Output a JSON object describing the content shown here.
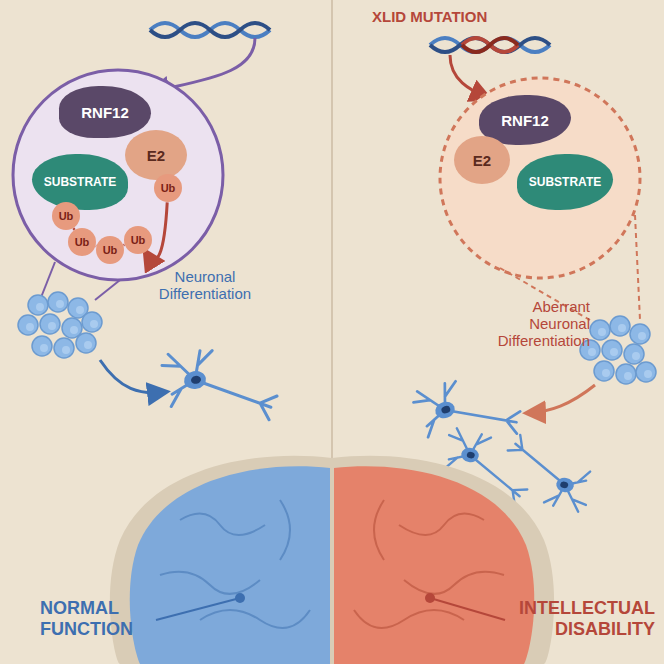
{
  "diagram": {
    "nodes": [
      {
        "text": [
          "RNF12"
        ]
      },
      {
        "text": [
          "E2"
        ]
      },
      {
        "text": [
          "SUBSTRATE"
        ]
      },
      {
        "text": [
          "Ub"
        ]
      },
      {
        "text": [
          "Ub"
        ]
      },
      {
        "text": [
          "Ub"
        ]
      },
      {
        "text": [
          "Ub"
        ]
      },
      {
        "text": [
          "Ub"
        ]
      },
      {
        "text": [
          "RNF12"
        ]
      },
      {
        "text": [
          "E2"
        ]
      },
      {
        "text": [
          "SUBSTRATE"
        ]
      }
    ],
    "edges": [
      {
        "from": 3,
        "to": 7,
        "arrow": "to"
      },
      {
        "from": 4,
        "to": 5,
        "arrow": "none"
      },
      {
        "from": 5,
        "to": 6,
        "arrow": "none"
      },
      {
        "from": 6,
        "to": 7,
        "arrow": "none"
      }
    ],
    "labels": [
      "XLID MUTATION",
      "Neuronal Differentiation",
      "Aberrant Neuronal Differentiation",
      "NORMAL FUNCTION",
      "INTELLECTUAL DISABILITY"
    ]
  }
}
